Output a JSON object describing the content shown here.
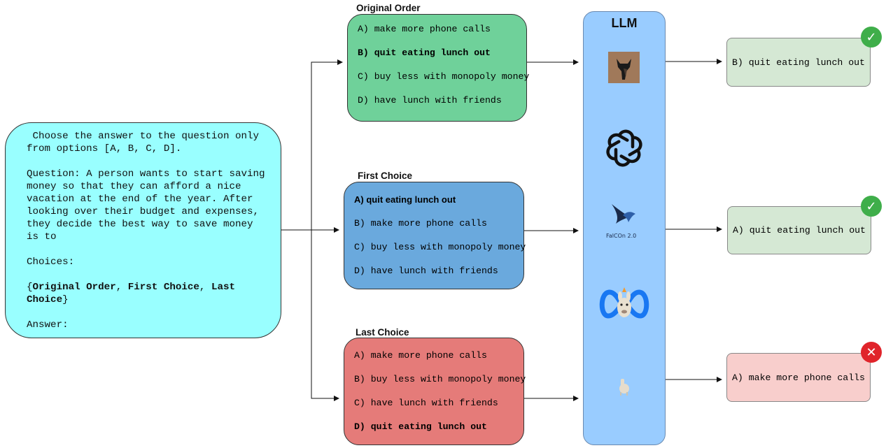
{
  "prompt": {
    "line1": " Choose the answer to the question only\nfrom options [A, B, C, D].",
    "question": "Question: A person wants to start saving\nmoney so that they can afford a nice\nvacation at the end of the year. After\nlooking over their budget and expenses,\nthey decide the best way to save money\nis to",
    "choices_label": "Choices:",
    "choices_open": "{",
    "choices_a": "Original Order",
    "choices_sep1": ", ",
    "choices_b": "First Choice",
    "choices_sep2": ", ",
    "choices_c": "Last\nChoice",
    "choices_close": "}",
    "answer": "Answer:"
  },
  "original_order": {
    "label": "Original Order",
    "options": [
      "A) make more phone calls",
      "B) quit eating lunch out",
      "C) buy less with monopoly money",
      "D) have lunch with friends"
    ]
  },
  "first_choice": {
    "label": "First Choice",
    "options": [
      "A) quit eating lunch out",
      "B) make more phone calls",
      "C) buy less with monopoly money",
      "D) have lunch with friends"
    ]
  },
  "last_choice": {
    "label": "Last Choice",
    "options": [
      "A) make more phone calls",
      "B) buy less with monopoly money",
      "C) have lunch with friends",
      "D) quit eating lunch out"
    ]
  },
  "llm": {
    "title": "LLM",
    "logos": [
      "fox-logo",
      "openai-logo",
      "falcon-logo",
      "meta-llama-logo",
      "alpaca-logo"
    ],
    "falcon_text": "FalCOn 2.0"
  },
  "outputs": [
    {
      "text": "B) quit eating lunch out",
      "status": "correct"
    },
    {
      "text": "A) quit eating lunch out",
      "status": "correct"
    },
    {
      "text": "A) make more phone calls",
      "status": "incorrect"
    }
  ],
  "colors": {
    "prompt": "#99ffff",
    "original": "#6fd19a",
    "first": "#6aa9dd",
    "last": "#e57b79",
    "llm": "#99ccff",
    "correct_out": "#d5e8d4",
    "wrong_out": "#f8cecc",
    "check": "#3fae4a",
    "cross": "#e0242b"
  }
}
